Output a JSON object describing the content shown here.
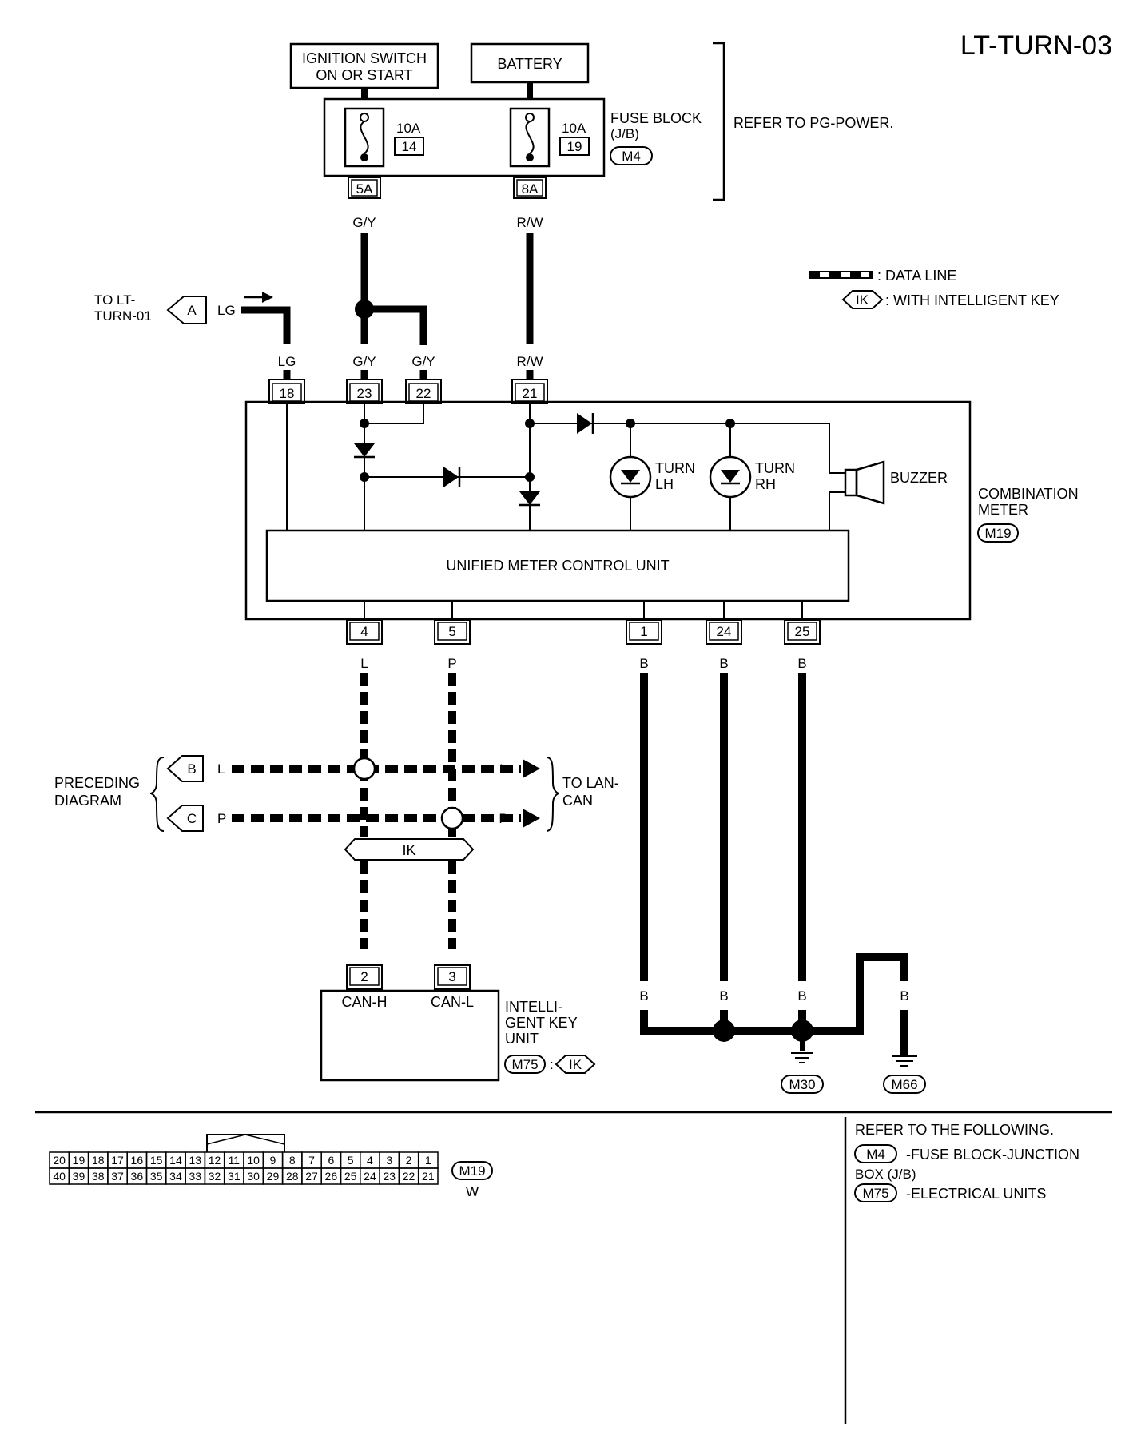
{
  "page": {
    "code": "LT-TURN-03"
  },
  "power": {
    "ignition_line1": "IGNITION SWITCH",
    "ignition_line2": "ON OR START",
    "battery": "BATTERY",
    "fuse1_rating": "10A",
    "fuse1_number": "14",
    "fuse2_rating": "10A",
    "fuse2_number": "19",
    "fuse_block_line1": "FUSE BLOCK",
    "fuse_block_line2": "(J/B)",
    "fuse_block_connector": "M4",
    "fuse1_terminal": "5A",
    "fuse2_terminal": "8A",
    "refer": "REFER TO PG-POWER."
  },
  "legend": {
    "data_line": ": DATA LINE",
    "ik_badge": "IK",
    "ik_text": ": WITH INTELLIGENT KEY"
  },
  "wires": {
    "gy_top": "G/Y",
    "rw_top": "R/W",
    "lg": "LG",
    "gy_23": "G/Y",
    "gy_22": "G/Y",
    "rw_21": "R/W",
    "l": "L",
    "p": "P",
    "b": "B"
  },
  "left_ref": {
    "line1": "TO LT-",
    "line2": "TURN-01",
    "a": "A",
    "lg": "LG",
    "preceding1": "PRECEDING",
    "preceding2": "DIAGRAM",
    "b": "B",
    "c": "C",
    "to_lan1": "TO LAN-",
    "to_lan2": "CAN"
  },
  "meter": {
    "pins_top": [
      "18",
      "23",
      "22",
      "21"
    ],
    "pins_bottom": [
      "4",
      "5",
      "1",
      "24",
      "25"
    ],
    "turn": "TURN",
    "lh": "LH",
    "rh": "RH",
    "buzzer": "BUZZER",
    "unit": "UNIFIED METER CONTROL UNIT",
    "name_line1": "COMBINATION",
    "name_line2": "METER",
    "connector": "M19"
  },
  "key_unit": {
    "ik": "IK",
    "pin_h": "2",
    "pin_l": "3",
    "can_h": "CAN-H",
    "can_l": "CAN-L",
    "name_line1": "INTELLI-",
    "name_line2": "GENT KEY",
    "name_line3": "UNIT",
    "connector": "M75",
    "sep": ":",
    "ik_badge": "IK"
  },
  "grounds": [
    "M30",
    "M66"
  ],
  "connector_view": {
    "row1": [
      "20",
      "19",
      "18",
      "17",
      "16",
      "15",
      "14",
      "13",
      "12",
      "11",
      "10",
      "9",
      "8",
      "7",
      "6",
      "5",
      "4",
      "3",
      "2",
      "1"
    ],
    "row2": [
      "40",
      "39",
      "38",
      "37",
      "36",
      "35",
      "34",
      "33",
      "32",
      "31",
      "30",
      "29",
      "28",
      "27",
      "26",
      "25",
      "24",
      "23",
      "22",
      "21"
    ],
    "id": "M19",
    "color": "W"
  },
  "references": {
    "heading": "REFER TO THE FOLLOWING.",
    "m4": "M4",
    "m4_text1": "-FUSE BLOCK-JUNCTION",
    "m4_text2": "BOX (J/B)",
    "m75": "M75",
    "m75_text": "-ELECTRICAL UNITS"
  }
}
